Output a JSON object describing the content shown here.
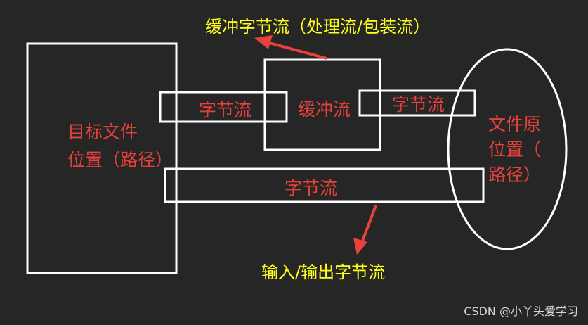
{
  "colors": {
    "background": "#262626",
    "box_stroke": "#ffffff",
    "label_red": "#e8413c",
    "label_yellow": "#ffff1a",
    "arrow": "#e8413c",
    "watermark": "#d8d8d8"
  },
  "target": {
    "line1": "目标文件",
    "line2": "位置（路径）"
  },
  "source": {
    "line1": "文件原",
    "line2": "位置（",
    "line3": "路径）"
  },
  "streams": {
    "top_left_byte": "字节流",
    "buffered": "缓冲流",
    "top_right_byte": "字节流",
    "bottom_byte": "字节流"
  },
  "annotations": {
    "buffered_caption": "缓冲字节流（处理流/包装流）",
    "io_caption": "输入/输出字节流"
  },
  "watermark": {
    "text": "CSDN @小丫头爱学习"
  }
}
